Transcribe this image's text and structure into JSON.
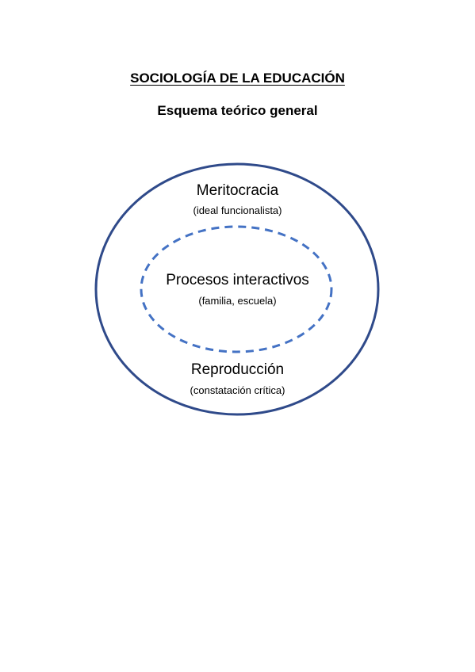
{
  "header": {
    "title": "SOCIOLOGÍA DE LA EDUCACIÓN",
    "subtitle": "Esquema teórico general"
  },
  "diagram": {
    "outer": {
      "top_label": "Meritocracia",
      "top_sublabel": "(ideal funcionalista)",
      "bottom_label": "Reproducción",
      "bottom_sublabel": "(constatación crítica)"
    },
    "inner": {
      "label": "Procesos interactivos",
      "sublabel": "(familia, escuela)"
    }
  },
  "colors": {
    "outer_stroke": "#2f4a8a",
    "inner_stroke": "#4472c4",
    "text": "#000000"
  }
}
